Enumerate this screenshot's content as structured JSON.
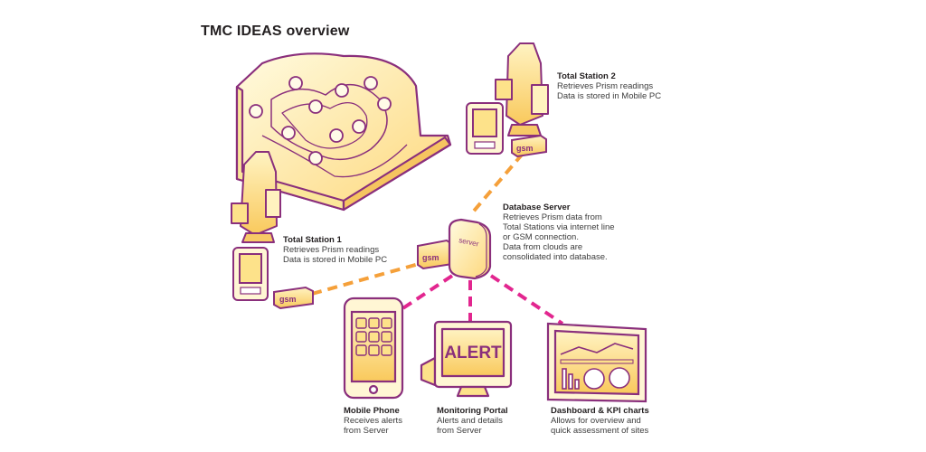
{
  "title": "TMC IDEAS overview",
  "colors": {
    "outline": "#8a2f7c",
    "fill_light": "#fff6c8",
    "fill_mid": "#fde28a",
    "wireless_link": "#f5a03a",
    "network_link": "#e2268f",
    "text_dark": "#231f20"
  },
  "devices": {
    "server_text": "server",
    "gsm_text": "gsm",
    "alert_text": "ALERT"
  },
  "nodes": {
    "total_station_2": {
      "heading": "Total Station 2",
      "lines": [
        "Retrieves Prism readings",
        "Data is stored in Mobile PC"
      ]
    },
    "total_station_1": {
      "heading": "Total Station 1",
      "lines": [
        "Retrieves Prism readings",
        "Data is stored in Mobile PC"
      ]
    },
    "database_server": {
      "heading": "Database Server",
      "lines": [
        "Retrieves Prism data from",
        "Total Stations via internet line",
        "or GSM connection.",
        "Data from clouds are",
        "consolidated into database."
      ]
    },
    "mobile_phone": {
      "heading": "Mobile Phone",
      "lines": [
        "Receives alerts",
        "from Server"
      ]
    },
    "monitoring_portal": {
      "heading": "Monitoring Portal",
      "lines": [
        "Alerts and details",
        "from Server"
      ]
    },
    "dashboard": {
      "heading": "Dashboard & KPI charts",
      "lines": [
        "Allows for overview and",
        "quick assessment of sites"
      ]
    }
  }
}
